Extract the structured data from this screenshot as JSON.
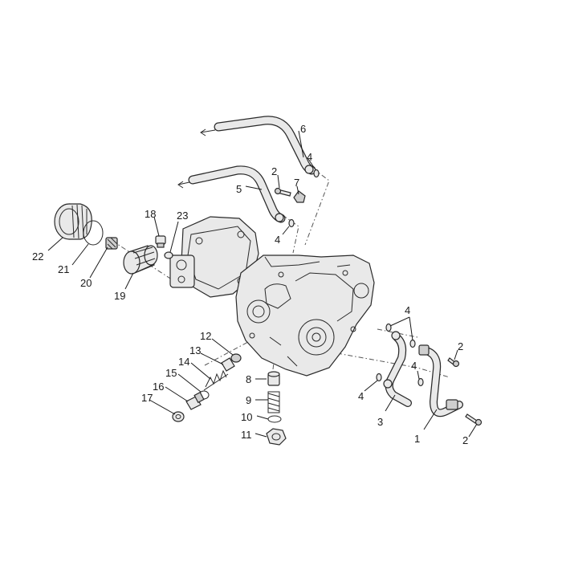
{
  "callouts": {
    "c1": "1",
    "c2a": "2",
    "c2b": "2",
    "c2c": "2",
    "c3": "3",
    "c4a": "4",
    "c4b": "4",
    "c4c": "4",
    "c4d": "4",
    "c4e": "4",
    "c5": "5",
    "c6": "6",
    "c7": "7",
    "c8": "8",
    "c9": "9",
    "c10": "10",
    "c11": "11",
    "c12": "12",
    "c13": "13",
    "c14": "14",
    "c15": "15",
    "c16": "16",
    "c17": "17",
    "c18": "18",
    "c19": "19",
    "c20": "20",
    "c21": "21",
    "c22": "22",
    "c23": "23"
  }
}
